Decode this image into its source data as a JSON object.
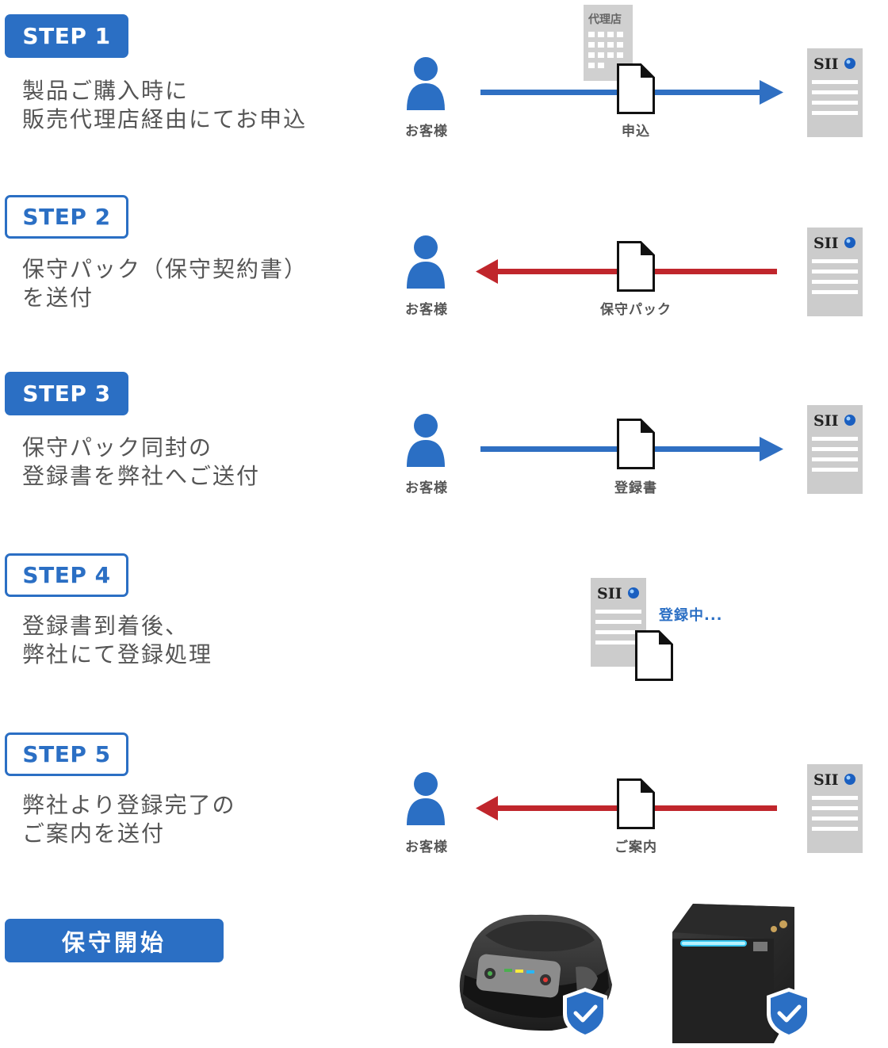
{
  "steps": [
    {
      "badge": "STEP 1",
      "line1": "製品ご購入時に",
      "line2": "販売代理店経由にてお申込",
      "left_label": "お客様",
      "doc_label": "申込"
    },
    {
      "badge": "STEP 2",
      "line1": "保守パック（保守契約書）",
      "line2": "を送付",
      "left_label": "お客様",
      "doc_label": "保守パック"
    },
    {
      "badge": "STEP 3",
      "line1": "保守パック同封の",
      "line2": "登録書を弊社へご送付",
      "left_label": "お客様",
      "doc_label": "登録書"
    },
    {
      "badge": "STEP 4",
      "line1": "登録書到着後、",
      "line2": "弊社にて登録処理",
      "status": "登録中..."
    },
    {
      "badge": "STEP 5",
      "line1": "弊社より登録完了の",
      "line2": "ご案内を送付",
      "left_label": "お客様",
      "doc_label": "ご案内"
    }
  ],
  "agent_label": "代理店",
  "logo_text": "SII",
  "start_badge": "保守開始",
  "colors": {
    "accent": "#2b6fc4",
    "arrow_blue": "#2f6fc2",
    "arrow_red": "#c0262c",
    "building_gray": "#cccccc"
  }
}
